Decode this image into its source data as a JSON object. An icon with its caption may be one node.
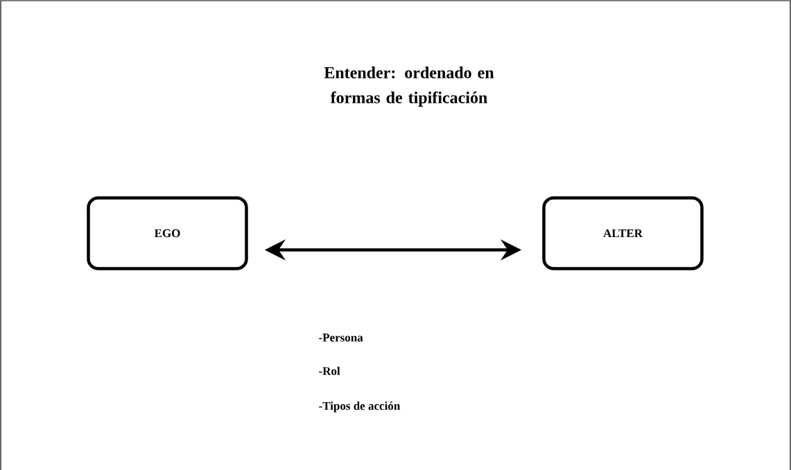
{
  "diagram": {
    "title": "Entender: ordenado en formas de tipificación",
    "nodes": [
      {
        "text": [
          "EGO"
        ]
      },
      {
        "text": [
          "ALTER"
        ]
      }
    ],
    "edges": [
      {
        "from": 0,
        "to": 1,
        "arrow": "both"
      }
    ],
    "labels": [
      "-Persona",
      "-Rol",
      "-Tipos de acción"
    ]
  }
}
